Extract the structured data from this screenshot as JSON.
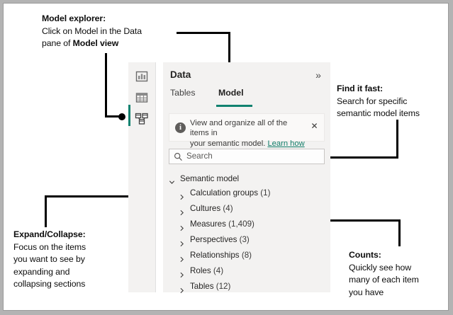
{
  "callouts": [
    {
      "id": "model-explorer",
      "heading": "Model explorer:",
      "line1": "Click on Model in the Data",
      "line2_pre": "pane of ",
      "line2_bold": "Model view",
      "line2_post": ""
    },
    {
      "id": "find-it-fast",
      "heading": "Find it fast:",
      "line1": "Search for specific",
      "line2": "semantic model items"
    },
    {
      "id": "expand-collapse",
      "heading": "Expand/Collapse:",
      "line1": "Focus on the items",
      "line2": "you want to see by",
      "line3": "expanding and",
      "line4": "collapsing sections"
    },
    {
      "id": "counts",
      "heading": "Counts:",
      "line1": "Quickly see how",
      "line2": "many of each item",
      "line3": "you have"
    }
  ],
  "panel": {
    "title": "Data",
    "collapse_glyph": "»",
    "rail": [
      {
        "name": "report-view-icon",
        "selected": false
      },
      {
        "name": "table-view-icon",
        "selected": false
      },
      {
        "name": "model-view-icon",
        "selected": true
      }
    ],
    "tabs": [
      {
        "label": "Tables",
        "selected": false
      },
      {
        "label": "Model",
        "selected": true
      }
    ],
    "info": {
      "icon": "info-icon",
      "text_line1": "View and organize all of the items in",
      "text_line2": "your semantic model. ",
      "link_label": "Learn how",
      "external_icon": "external-link-icon",
      "close_glyph": "✕"
    },
    "search": {
      "icon": "search-icon",
      "placeholder": "Search",
      "value": ""
    },
    "tree": {
      "root_label": "Semantic model",
      "root_expanded": true,
      "items": [
        {
          "label": "Calculation groups",
          "count": "(1)"
        },
        {
          "label": "Cultures",
          "count": "(4)"
        },
        {
          "label": "Measures",
          "count": "(1,409)"
        },
        {
          "label": "Perspectives",
          "count": "(3)"
        },
        {
          "label": "Relationships",
          "count": "(8)"
        },
        {
          "label": "Roles",
          "count": "(4)"
        },
        {
          "label": "Tables",
          "count": "(12)"
        }
      ]
    }
  },
  "colors": {
    "accent_teal": "#118270",
    "link_teal": "#107c68",
    "panel_bg": "#f3f2f1",
    "page_bg": "#ffffff",
    "frame": "#b3b3b3",
    "annotation_text": "#0d0d0d"
  }
}
